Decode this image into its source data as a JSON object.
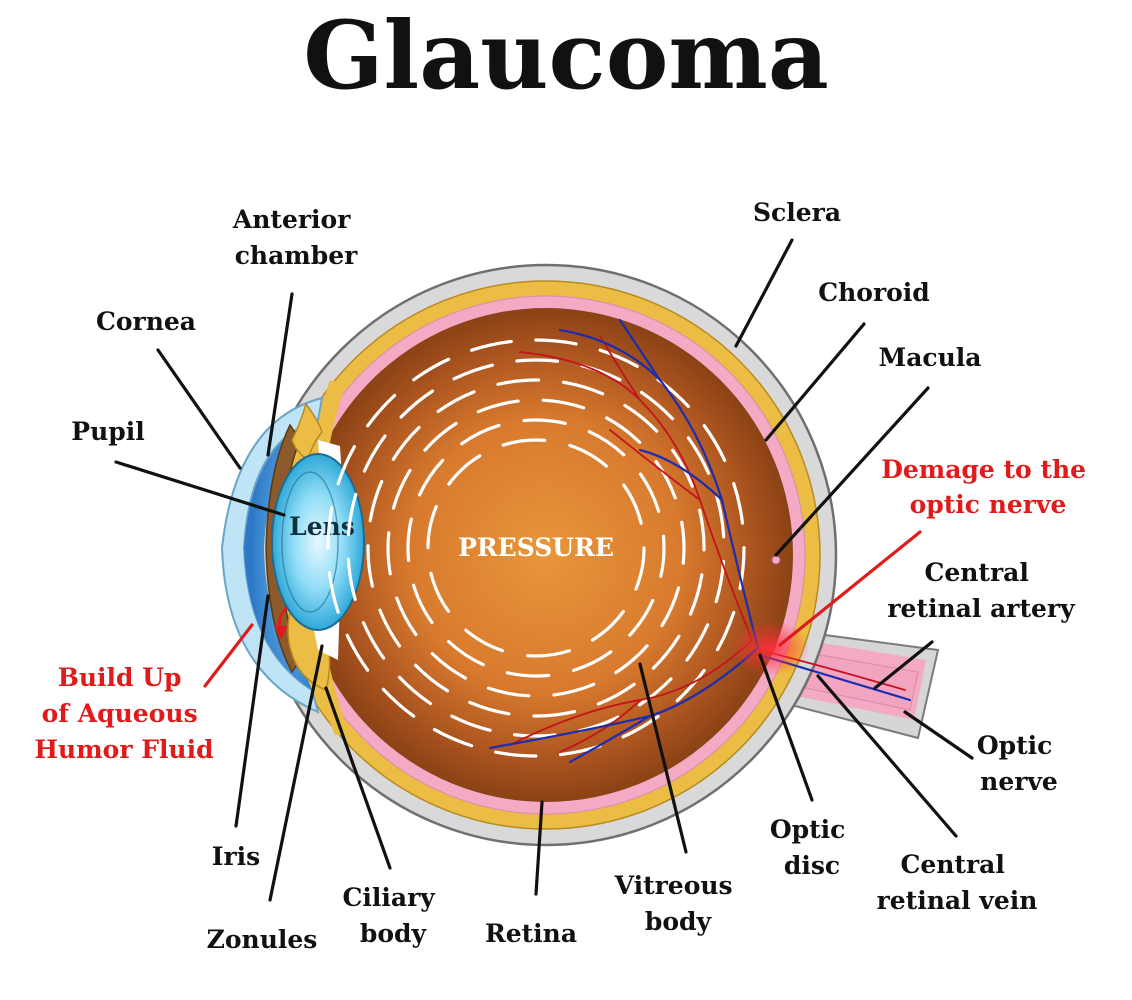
{
  "title": "Glaucoma",
  "colors": {
    "sclera": "#d9d9d9",
    "choroid": "#ebbd45",
    "retina": "#f4a9c4",
    "vitreous_center": "#e8963a",
    "vitreous_edge": "#8a4215",
    "lens": "#59c7ec",
    "cornea": "#bfe4f5",
    "iris": "#8c5a2b",
    "artery": "#c3141d",
    "vein": "#1c2db0",
    "damage": "#e01b1b"
  },
  "inner_labels": {
    "lens": "Lens",
    "pressure": "PRESSURE"
  },
  "labels": {
    "anterior_chamber": [
      "Anterior",
      "chamber"
    ],
    "cornea": [
      "Cornea"
    ],
    "pupil": [
      "Pupil"
    ],
    "sclera": [
      "Sclera"
    ],
    "choroid": [
      "Choroid"
    ],
    "macula": [
      "Macula"
    ],
    "optic_nerve_damage": [
      "Demage to the",
      "optic nerve"
    ],
    "central_retinal_artery": [
      "Central",
      "retinal artery"
    ],
    "aqueous_humor": [
      "Build Up",
      "of Aqueous",
      "Humor Fluid"
    ],
    "optic_nerve": [
      "Optic",
      "nerve"
    ],
    "iris": [
      "Iris"
    ],
    "zonules": [
      "Zonules"
    ],
    "ciliary_body": [
      "Ciliary",
      "body"
    ],
    "retina": [
      "Retina"
    ],
    "vitreous_body": [
      "Vitreous",
      "body"
    ],
    "optic_disc": [
      "Optic",
      "disc"
    ],
    "central_retinal_vein": [
      "Central",
      "retinal vein"
    ]
  }
}
